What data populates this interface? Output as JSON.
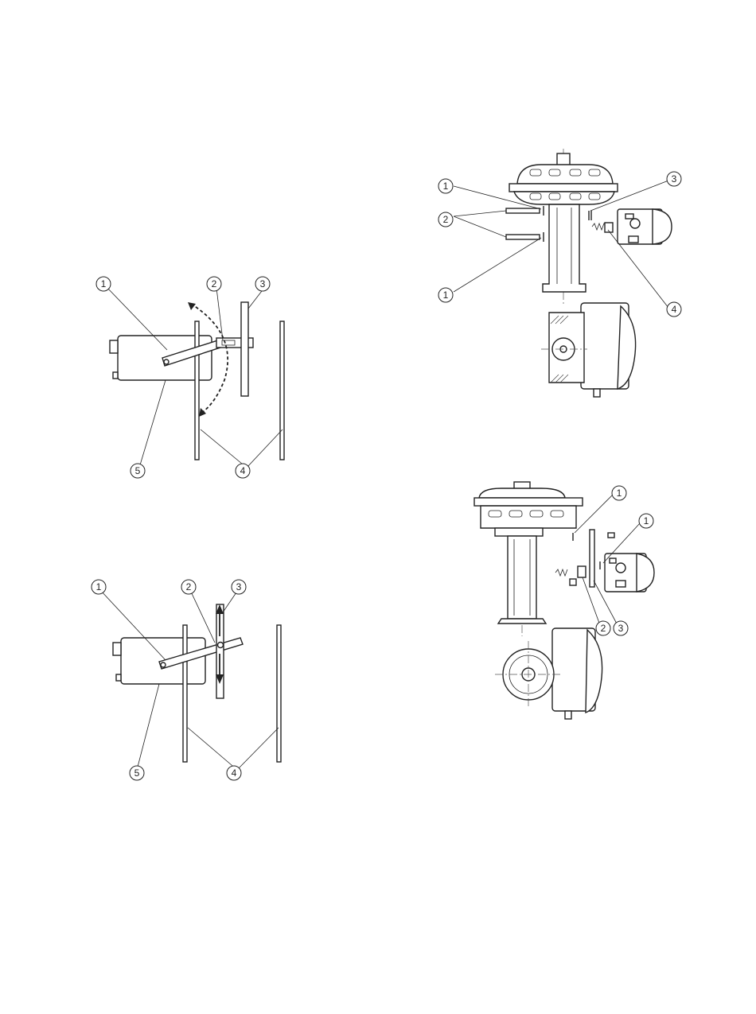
{
  "figure_a": {
    "callouts": [
      "1",
      "2",
      "3",
      "4",
      "4",
      "5"
    ]
  },
  "figure_b": {
    "callouts": [
      "1",
      "2",
      "3",
      "4",
      "4",
      "5"
    ]
  },
  "figure_c": {
    "callouts": [
      "1",
      "1",
      "2",
      "3",
      "4"
    ]
  },
  "figure_d": {
    "callouts": [
      "1",
      "1",
      "2",
      "3"
    ]
  }
}
